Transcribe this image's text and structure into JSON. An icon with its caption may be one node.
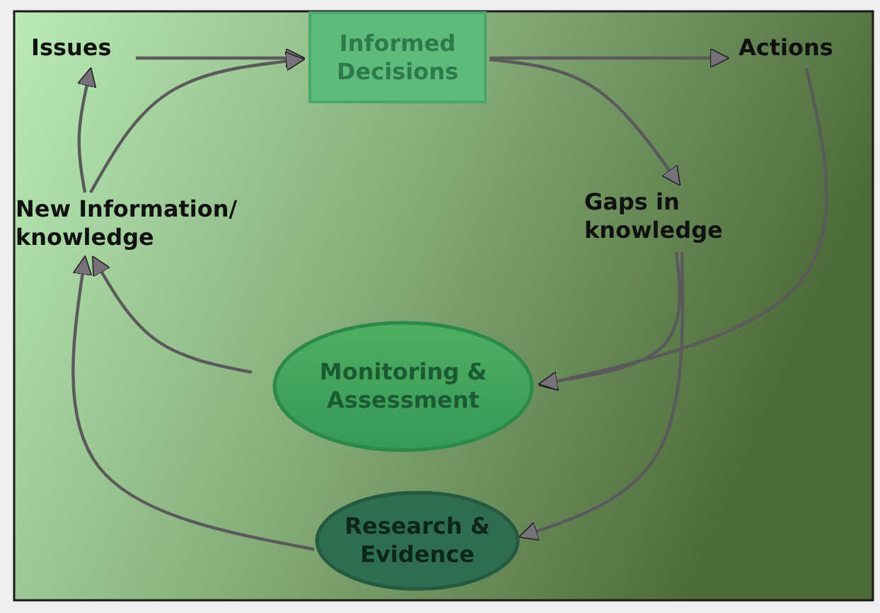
{
  "diagram": {
    "nodes": [
      {
        "text": [
          "Issues"
        ]
      },
      {
        "text": [
          "Informed Decisions"
        ]
      },
      {
        "text": [
          "Actions"
        ]
      },
      {
        "text": [
          "New Information/ knowledge"
        ]
      },
      {
        "text": [
          "Gaps in knowledge"
        ]
      },
      {
        "text": [
          "Monitoring & Assessment"
        ]
      },
      {
        "text": [
          "Research & Evidence"
        ]
      }
    ],
    "edges": [
      {
        "from": 0,
        "to": 1,
        "arrow": "to"
      },
      {
        "from": 1,
        "to": 2,
        "arrow": "to"
      },
      {
        "from": 1,
        "to": 4,
        "arrow": "to"
      },
      {
        "from": 3,
        "to": 0,
        "arrow": "to"
      },
      {
        "from": 3,
        "to": 1,
        "arrow": "to"
      },
      {
        "from": 2,
        "to": 5,
        "arrow": "to"
      },
      {
        "from": 4,
        "to": 5,
        "arrow": "to"
      },
      {
        "from": 4,
        "to": 6,
        "arrow": "to"
      },
      {
        "from": 5,
        "to": 3,
        "arrow": "to"
      },
      {
        "from": 6,
        "to": 3,
        "arrow": "to"
      }
    ]
  }
}
